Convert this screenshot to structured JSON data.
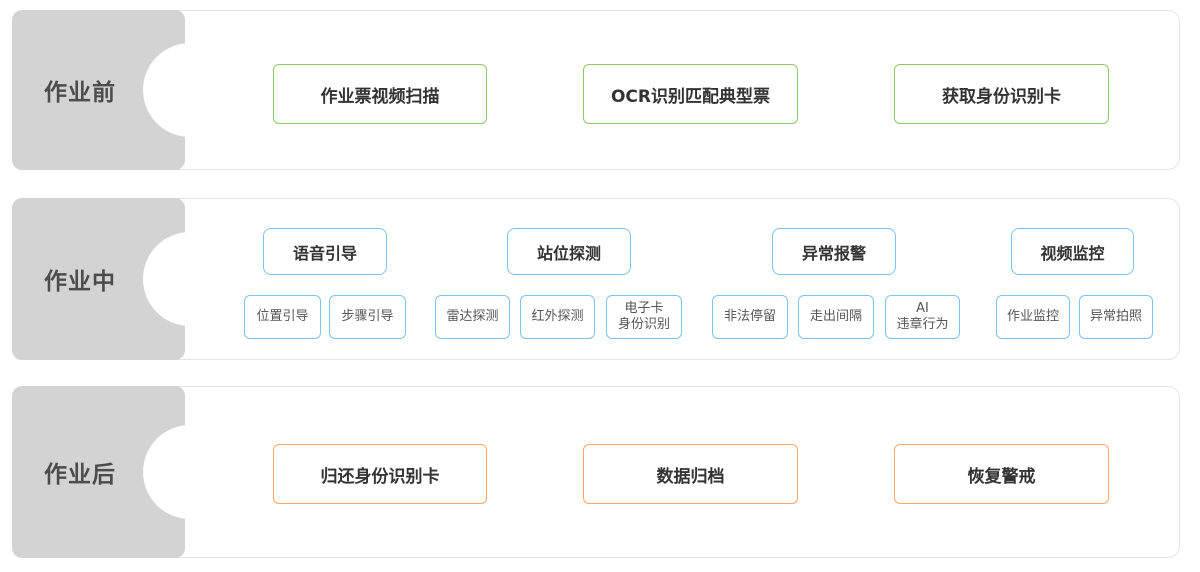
{
  "phases": {
    "before": {
      "label": "作业前",
      "items": [
        "作业票视频扫描",
        "OCR识别匹配典型票",
        "获取身份识别卡"
      ]
    },
    "during": {
      "label": "作业中",
      "groups": [
        {
          "title": "语音引导",
          "subs": [
            "位置引导",
            "步骤引导"
          ]
        },
        {
          "title": "站位探测",
          "subs": [
            "雷达探测",
            "红外探测",
            "电子卡\n身份识别"
          ]
        },
        {
          "title": "异常报警",
          "subs": [
            "非法停留",
            "走出间隔",
            "AI\n违章行为"
          ]
        },
        {
          "title": "视频监控",
          "subs": [
            "作业监控",
            "异常拍照"
          ]
        }
      ]
    },
    "after": {
      "label": "作业后",
      "items": [
        "归还身份识别卡",
        "数据归档",
        "恢复警戒"
      ]
    }
  },
  "colors": {
    "before_accent": "#8fc963",
    "during_accent": "#7cc3f2",
    "after_accent": "#ffa763",
    "tab_background": "#d3d3d3",
    "panel_border": "#e4e4e4"
  }
}
